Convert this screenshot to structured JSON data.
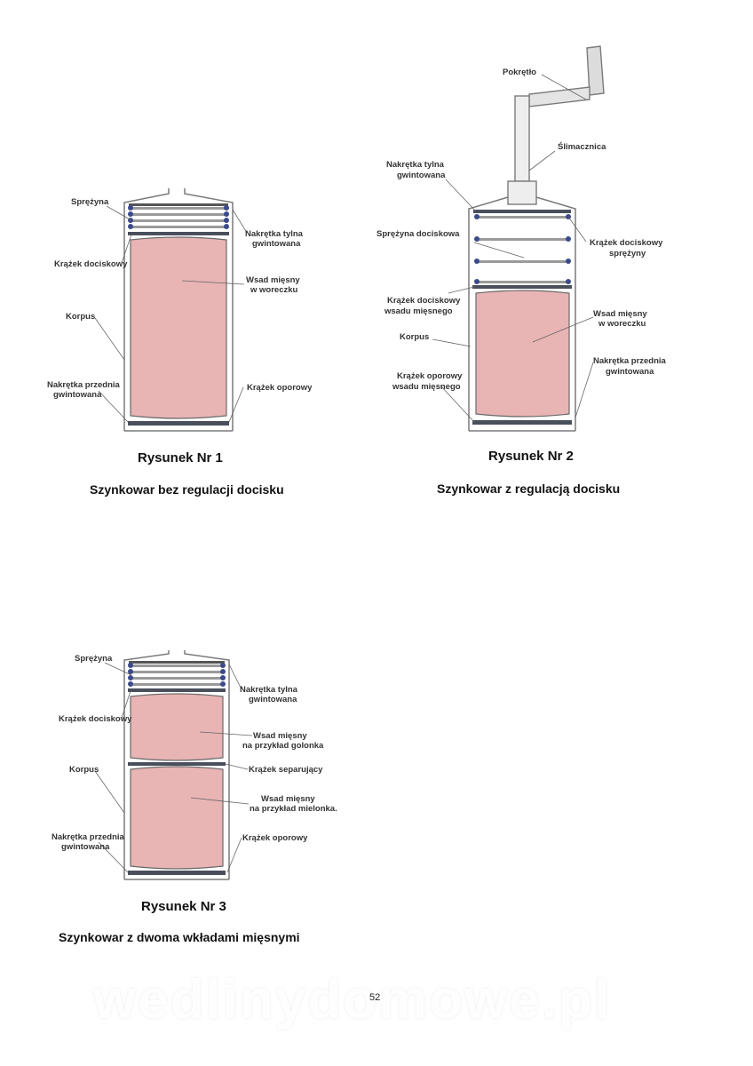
{
  "figure1": {
    "labels": {
      "spring": "Sprężyna",
      "back_nut": [
        "Nakrętka  tylna",
        "gwintowana"
      ],
      "press_disc": "Krążek dociskowy",
      "meat": [
        "Wsad mięsny",
        "w woreczku"
      ],
      "body": "Korpus",
      "front_nut": [
        "Nakrętka przednia",
        "gwintowana"
      ],
      "stop_disc": "Krążek oporowy"
    },
    "title": "Rysunek Nr 1",
    "subtitle": "Szynkowar bez regulacji docisku"
  },
  "figure2": {
    "labels": {
      "knob": "Pokrętło",
      "screw": "Ślimacznica",
      "back_nut": [
        "Nakrętka tylna",
        "gwintowana"
      ],
      "press_spring": "Sprężyna dociskowa",
      "spring_disc": [
        "Krążek dociskowy",
        "sprężyny"
      ],
      "meat_press_disc": [
        "Krążek dociskowy",
        "wsadu mięsnego"
      ],
      "meat": [
        "Wsad mięsny",
        "w woreczku"
      ],
      "body": "Korpus",
      "front_nut": [
        "Nakrętka przednia",
        "gwintowana"
      ],
      "stop_disc": [
        "Krążek oporowy",
        "wsadu mięsnego"
      ]
    },
    "title": "Rysunek Nr 2",
    "subtitle": "Szynkowar z regulacją docisku"
  },
  "figure3": {
    "labels": {
      "spring": "Sprężyna",
      "back_nut": [
        "Nakrętka  tylna",
        "gwintowana"
      ],
      "press_disc": "Krążek dociskowy",
      "meat1": [
        "Wsad mięsny",
        "na przykład golonka"
      ],
      "body": "Korpus",
      "sep_disc": "Krążek separujący",
      "meat2": [
        "Wsad mięsny",
        "na przykład  mielonka."
      ],
      "front_nut": [
        "Nakrętka przednia",
        "gwintowana"
      ],
      "stop_disc": "Krążek oporowy"
    },
    "title": "Rysunek Nr 3",
    "subtitle": "Szynkowar z dwoma wkładami mięsnymi"
  },
  "watermark": "wedlinydomowe.pl",
  "page_number": "52",
  "colors": {
    "meat": "#e8b4b4",
    "metal": "#4a4f5c",
    "coil": "#3b4a8a"
  }
}
